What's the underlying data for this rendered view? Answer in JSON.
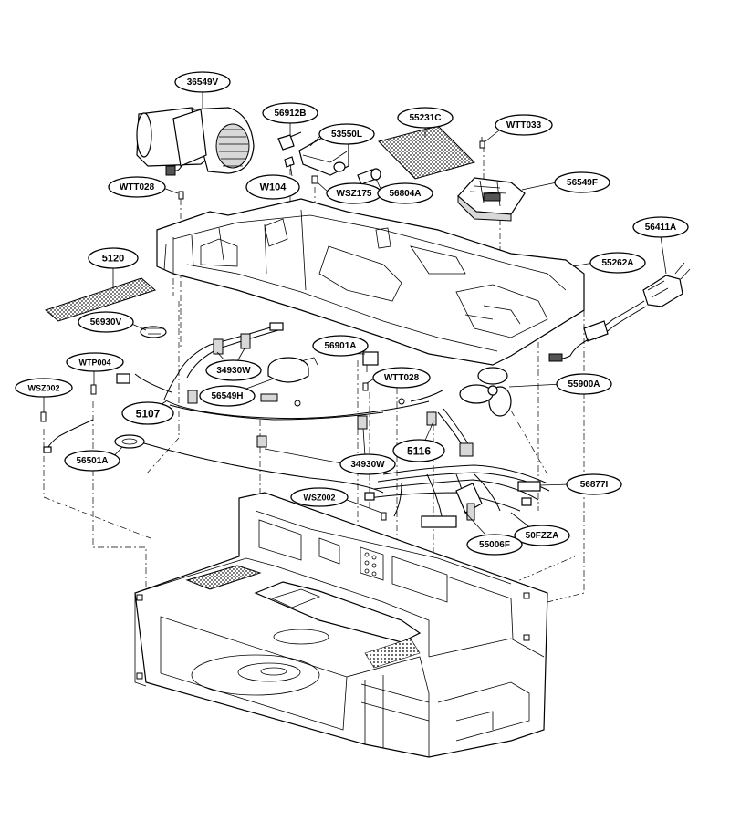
{
  "diagram": {
    "parts": [
      {
        "id": "fan_motor",
        "label": "36549V"
      },
      {
        "id": "hood_light_socket",
        "label": "56912B"
      },
      {
        "id": "light_holder",
        "label": "53550L"
      },
      {
        "id": "grille_filter",
        "label": "55231C"
      },
      {
        "id": "screw_wtt033",
        "label": "WTT033"
      },
      {
        "id": "washer",
        "label": "W104"
      },
      {
        "id": "screw_wsz175",
        "label": "WSZ175"
      },
      {
        "id": "lamp",
        "label": "56804A"
      },
      {
        "id": "screw_wtt028_top",
        "label": "WTT028"
      },
      {
        "id": "motor_bracket",
        "label": "56549F"
      },
      {
        "id": "power_cord",
        "label": "56411A"
      },
      {
        "id": "duct",
        "label": "5120"
      },
      {
        "id": "base_plate",
        "label": "55262A"
      },
      {
        "id": "thermostat",
        "label": "56930V"
      },
      {
        "id": "switch_56901a",
        "label": "56901A"
      },
      {
        "id": "screw_wtp004",
        "label": "WTP004"
      },
      {
        "id": "switch_34930w_top",
        "label": "34930W"
      },
      {
        "id": "screw_wtt028_mid",
        "label": "WTT028"
      },
      {
        "id": "cooling_fan_blade",
        "label": "55900A"
      },
      {
        "id": "screw_wsz002_left",
        "label": "WSZ002"
      },
      {
        "id": "turntable_motor",
        "label": "56549H"
      },
      {
        "id": "harness_5107",
        "label": "5107"
      },
      {
        "id": "harness_5116",
        "label": "5116"
      },
      {
        "id": "thermal_fuse",
        "label": "56501A"
      },
      {
        "id": "switch_34930w_bottom",
        "label": "34930W"
      },
      {
        "id": "main_harness",
        "label": "56877I"
      },
      {
        "id": "screw_wsz002_bottom",
        "label": "WSZ002"
      },
      {
        "id": "fuse",
        "label": "50FZZA"
      },
      {
        "id": "noise_filter",
        "label": "55006F"
      }
    ]
  }
}
